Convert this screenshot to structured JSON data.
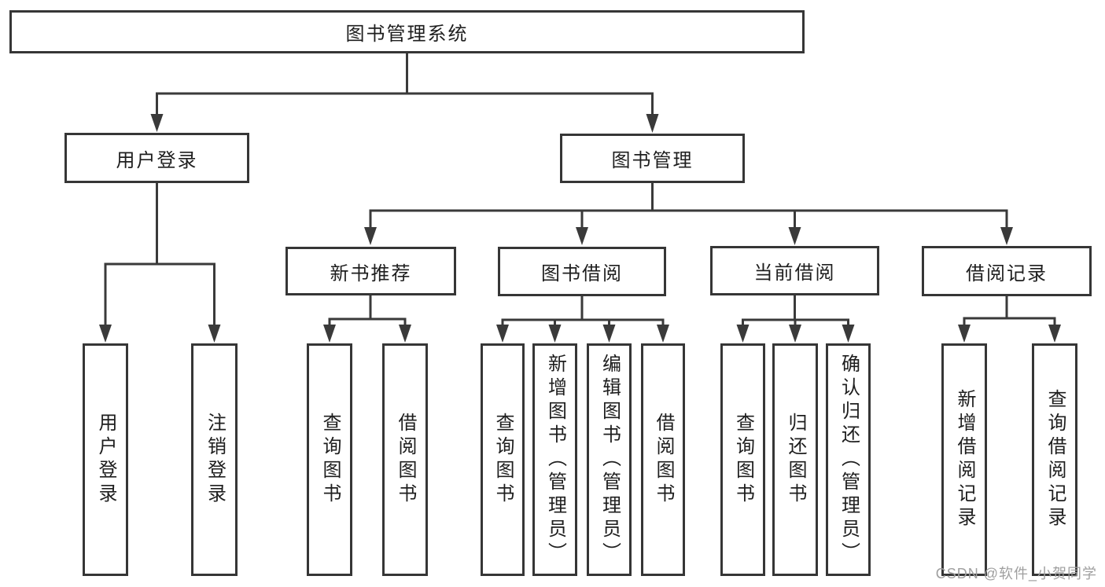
{
  "diagram": {
    "root": {
      "label": "图书管理系统",
      "children": [
        {
          "label": "用户登录",
          "children": [
            {
              "label": "用户登录"
            },
            {
              "label": "注销登录"
            }
          ]
        },
        {
          "label": "图书管理",
          "children": [
            {
              "label": "新书推荐",
              "children": [
                {
                  "label": "查询图书"
                },
                {
                  "label": "借阅图书"
                }
              ]
            },
            {
              "label": "图书借阅",
              "children": [
                {
                  "label": "查询图书"
                },
                {
                  "label": "新增图书（管理员）"
                },
                {
                  "label": "编辑图书（管理员）"
                },
                {
                  "label": "借阅图书"
                }
              ]
            },
            {
              "label": "当前借阅",
              "children": [
                {
                  "label": "查询图书"
                },
                {
                  "label": "归还图书"
                },
                {
                  "label": "确认归还（管理员）"
                }
              ]
            },
            {
              "label": "借阅记录",
              "children": [
                {
                  "label": "新增借阅记录"
                },
                {
                  "label": "查询借阅记录"
                }
              ]
            }
          ]
        }
      ]
    }
  },
  "watermark": {
    "text": "CSDN @软件_小贺同学"
  },
  "colors": {
    "line": "#3a3a3a",
    "box_border": "#363636",
    "text": "#1e1e1e",
    "watermark": "#9f9f9f",
    "background": "#ffffff"
  }
}
